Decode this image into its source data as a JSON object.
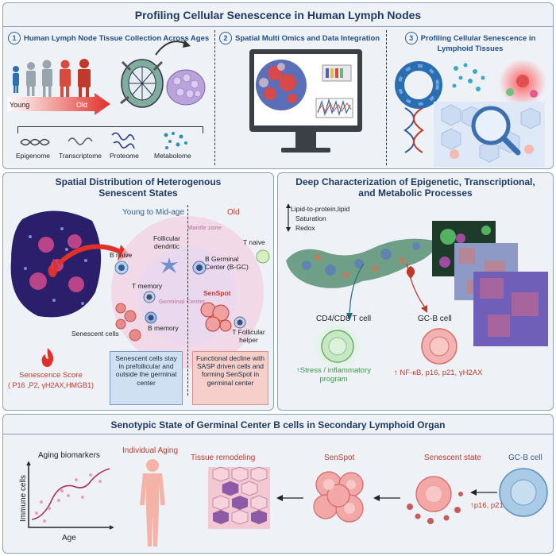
{
  "colors": {
    "panel_bg": "#eef2f7",
    "border": "#8aa0b8",
    "title": "#1f3b63",
    "accent_red": "#c0392b",
    "accent_green": "#3a9a44"
  },
  "panel1": {
    "title": "Profiling Cellular Senescence in Human Lymph Nodes",
    "sections": [
      {
        "num": "1",
        "title": "Human Lymph Node Tissue Collection Across Ages"
      },
      {
        "num": "2",
        "title": "Spatial Multi Omics and Data Integration"
      },
      {
        "num": "3",
        "title": "Profiling Cellular Senescence in Lymphoid Tissues"
      }
    ],
    "age_young": "Young",
    "age_old": "Old",
    "omics": [
      "Epigenome",
      "Transcriptome",
      "Proteome",
      "Metabolome"
    ]
  },
  "panel2": {
    "title": "Spatial Distribution of Heterogenous Senescent States",
    "group_young": "Young to Mid-age",
    "group_old": "Old",
    "zones": {
      "mantle": "Mantle zone",
      "germinal": "Germinal Center"
    },
    "cells": {
      "b_naive": "B naive",
      "fdc": "Follicular dendritic",
      "t_memory": "T memory",
      "b_memory": "B memory",
      "senescent": "Senescent cells",
      "t_naive": "T naive",
      "b_gc": "B Germinal Center (B-GC)",
      "senspot": "SenSpot",
      "tfh": "T Follicular helper"
    },
    "score_title": "Senescence Score",
    "score_markers": "( P16 ,P2, γH2AX,HMGB1)",
    "box_young": "Senescent cells stay in prefollicular and outside the germinal center",
    "box_old": "Functional decline with SASP driven cells and forming SenSpot in germinal center"
  },
  "panel3": {
    "title": "Deep Characterization of Epigenetic, Transcriptional, and Metabolic Processes",
    "legend": [
      "Lipid-to-protein,lipid",
      "Saturation",
      "Redox"
    ],
    "cd_label": "CD4/CD8 T cell",
    "gc_label": "GC-B cell",
    "cd_text": "↑Stress / inflammatory program",
    "gc_text": "↑ NF-κB, p16, p21, γH2AX"
  },
  "panel4": {
    "title": "Senotypic State of Germinal Center B cells in Secondary Lymphoid Organ",
    "graph_title": "Aging biomarkers",
    "ylabel": "Immune cells",
    "xlabel": "Age",
    "individual": "Individual Aging",
    "tissue": "Tissue remodeling",
    "senspot": "SenSpot",
    "senescent": "Senescent state",
    "gcb": "GC-B cell",
    "markers": "↑p16, p21"
  }
}
